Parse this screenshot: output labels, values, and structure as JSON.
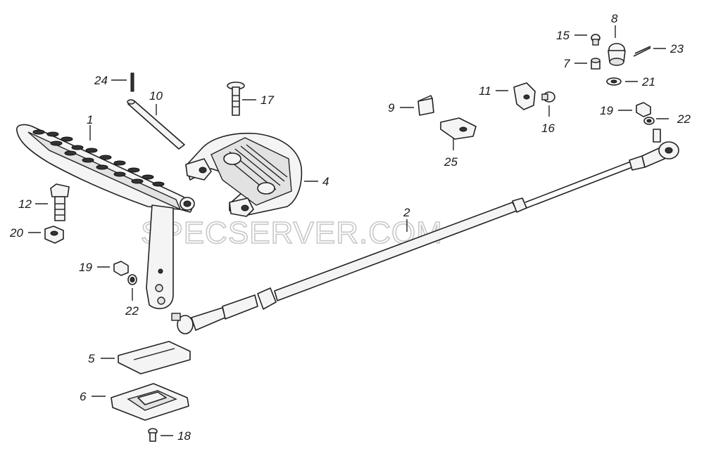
{
  "watermark": "SPECSERVER.COM",
  "labels": {
    "p1": "1",
    "p2": "2",
    "p4": "4",
    "p5": "5",
    "p6": "6",
    "p7": "7",
    "p8": "8",
    "p9": "9",
    "p10": "10",
    "p11": "11",
    "p12": "12",
    "p15": "15",
    "p16": "16",
    "p17": "17",
    "p18": "18",
    "p19a": "19",
    "p19b": "19",
    "p20": "20",
    "p21": "21",
    "p22a": "22",
    "p22b": "22",
    "p23": "23",
    "p24": "24",
    "p25": "25"
  }
}
